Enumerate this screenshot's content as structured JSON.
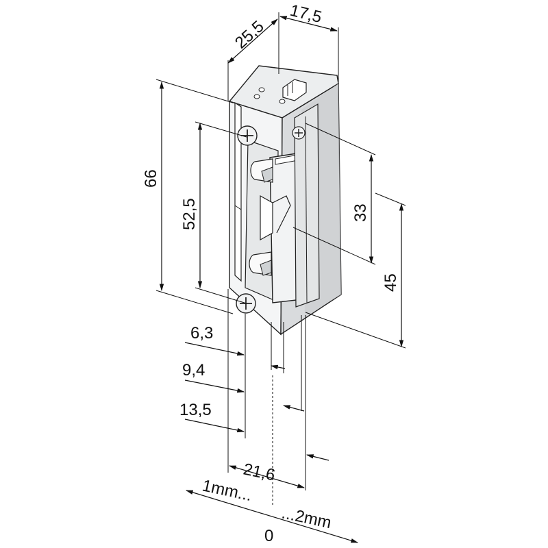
{
  "dimensions": {
    "depth": "25,5",
    "width_top": "17,5",
    "height_total": "66",
    "height_inner": "52,5",
    "latch_height": "33",
    "latch_outer": "45",
    "offset_a": "6,3",
    "offset_b": "9,4",
    "offset_c": "13,5",
    "faceplate_width": "21,6"
  },
  "adjustment": {
    "left": "1mm...",
    "right": "...2mm",
    "zero": "0"
  },
  "colors": {
    "body_front": "#d9dbdd",
    "body_side": "#f4f5f6",
    "body_top": "#eceeef",
    "line": "#111111"
  }
}
